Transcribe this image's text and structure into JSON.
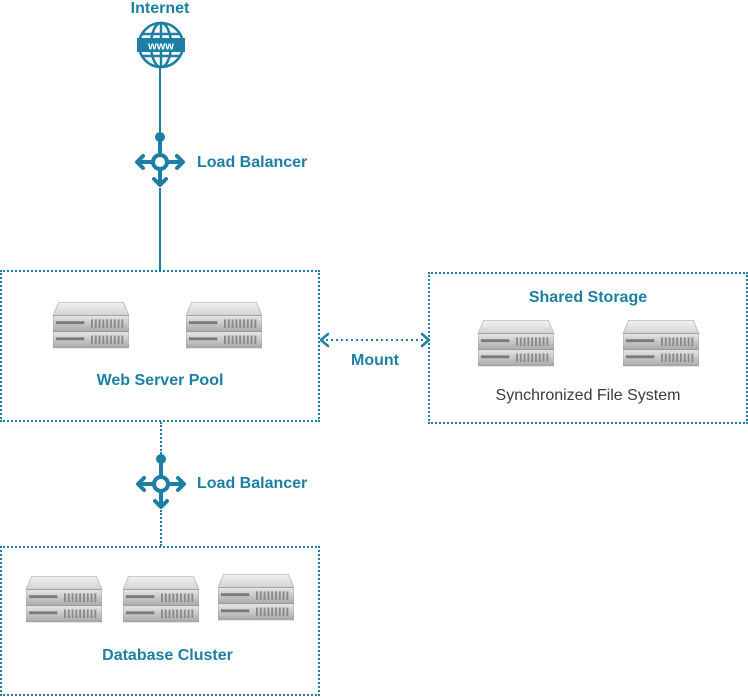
{
  "internet": {
    "label": "Internet",
    "icon": "globe-www-icon",
    "glyph_text": "www"
  },
  "load_balancer_top": {
    "label": "Load Balancer",
    "icon": "load-balancer-icon"
  },
  "load_balancer_bottom": {
    "label": "Load Balancer",
    "icon": "load-balancer-icon"
  },
  "web_server_pool": {
    "label": "Web Server Pool",
    "server_count": 2
  },
  "shared_storage": {
    "title": "Shared Storage",
    "subtitle": "Synchronized File System",
    "server_count": 2
  },
  "mount": {
    "label": "Mount"
  },
  "database_cluster": {
    "label": "Database Cluster",
    "server_count": 3
  },
  "colors": {
    "accent": "#1d7fa3",
    "text_dark": "#3b3b3b",
    "server_gray": "#c8c8c8"
  }
}
